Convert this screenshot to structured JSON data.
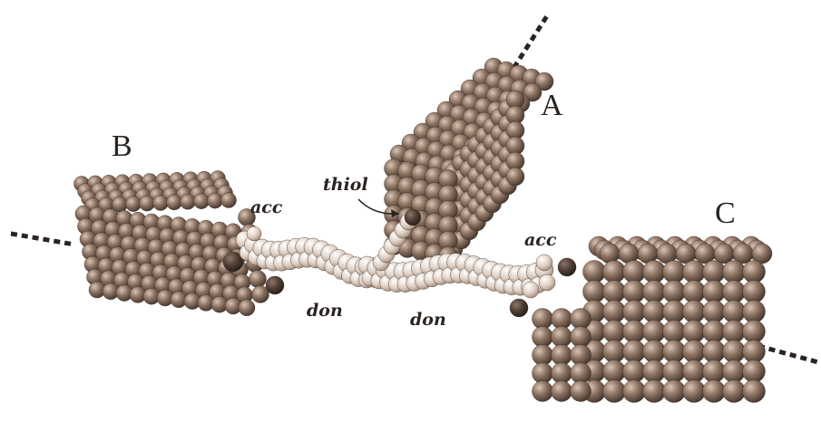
{
  "figure": {
    "labels": {
      "electrode_a": "A",
      "electrode_b": "B",
      "electrode_c": "C",
      "thiol": "thiol",
      "acc_left": "acc",
      "acc_right": "acc",
      "don_left": "don",
      "don_right": "don"
    },
    "colors": {
      "electrode": "#8a6f5f",
      "electrode_dark": "#4a3a32",
      "wire": "#e2d4c8",
      "wire_dark": "#9a8274",
      "axis": "#2a2320"
    }
  }
}
